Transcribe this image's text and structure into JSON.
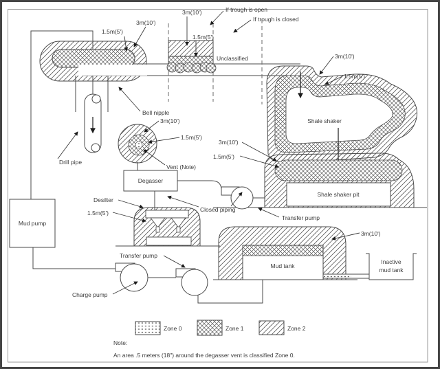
{
  "title": "Hazardous area classification diagram - mud circulating system",
  "colors": {
    "line": "#4a4a4a",
    "text": "#3a3a3a",
    "background": "#ffffff",
    "frame_outer": "#454545",
    "frame_inner": "#9a9a9a",
    "hatch": "#5a5a5a"
  },
  "dims": {
    "d3m": "3m(10')",
    "d1_5m": "1.5m(5')"
  },
  "labels": {
    "bell_nipple": "Bell nipple",
    "drill_pipe": "Drill pipe",
    "if_trough_open": "If trough is open",
    "if_trough_closed": "If trough is closed",
    "unclassified": "Unclassified",
    "shale_shaker": "Shale shaker",
    "shale_shaker_pit": "Shale shaker pit",
    "vent": "Vent (Note)",
    "degasser": "Degasser",
    "desilter": "Desilter",
    "closed_piping": "Closed piping",
    "transfer_pump": "Transfer pump",
    "charge_pump": "Charge pump",
    "mud_pump": "Mud pump",
    "mud_tank": "Mud tank",
    "inactive_mud_tank_line1": "Inactive",
    "inactive_mud_tank_line2": "mud tank"
  },
  "legend": {
    "zone0": "Zone 0",
    "zone1": "Zone 1",
    "zone2": "Zone 2"
  },
  "note": {
    "heading": "Note:",
    "body": "An area .5 meters (18\") around the degasser vent is classified Zone 0."
  }
}
